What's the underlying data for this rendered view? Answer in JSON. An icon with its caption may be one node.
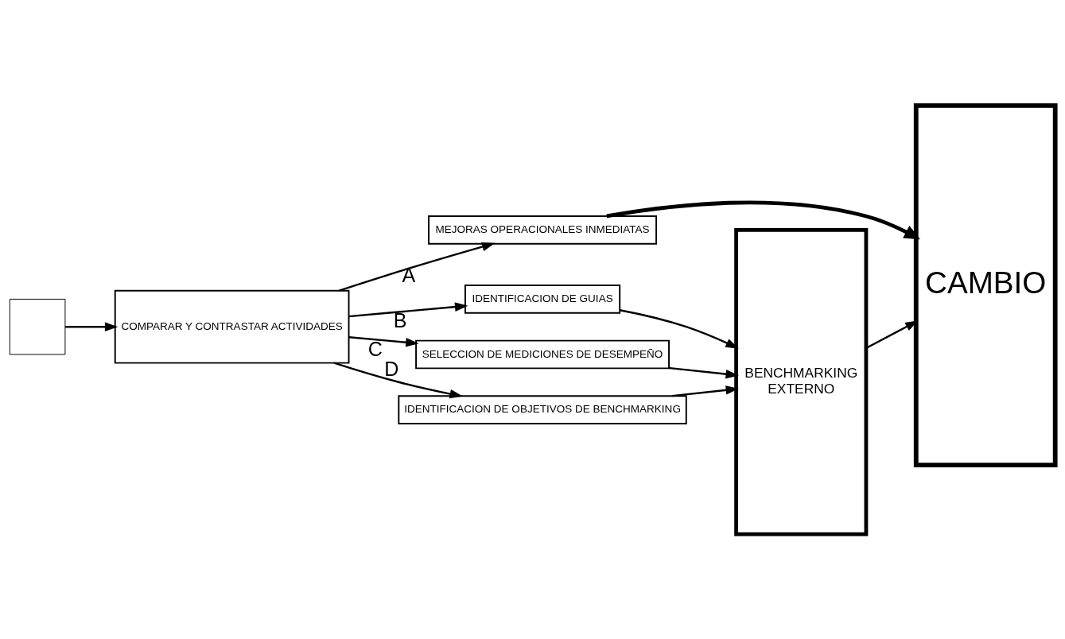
{
  "diagram": {
    "nodes": [
      {
        "text": [],
        "shape": "box"
      },
      {
        "text": [
          "COMPARAR Y CONTRASTAR ACTIVIDADES"
        ]
      },
      {
        "text": [
          "MEJORAS OPERACIONALES INMEDIATAS"
        ]
      },
      {
        "text": [
          "IDENTIFICACION DE GUIAS"
        ]
      },
      {
        "text": [
          "SELECCION DE MEDICIONES DE DESEMPEÑO"
        ]
      },
      {
        "text": [
          "IDENTIFICACION DE OBJETIVOS DE BENCHMARKING"
        ]
      },
      {
        "text": [
          "BENCHMARKING",
          "EXTERNO"
        ]
      },
      {
        "text": [
          "CAMBIO"
        ]
      }
    ],
    "edges": [
      {
        "from": 0,
        "to": 1,
        "arrow": "to"
      },
      {
        "from": 1,
        "to": 2,
        "arrow": "to",
        "label": "A"
      },
      {
        "from": 1,
        "to": 3,
        "arrow": "to",
        "label": "B"
      },
      {
        "from": 1,
        "to": 4,
        "arrow": "to",
        "label": "C"
      },
      {
        "from": 1,
        "to": 5,
        "arrow": "to",
        "label": "D"
      },
      {
        "from": 2,
        "to": 7,
        "arrow": "to",
        "style": "thick"
      },
      {
        "from": 3,
        "to": 6,
        "arrow": "to"
      },
      {
        "from": 4,
        "to": 6,
        "arrow": "to"
      },
      {
        "from": 5,
        "to": 6,
        "arrow": "to"
      },
      {
        "from": 6,
        "to": 7,
        "arrow": "to"
      }
    ]
  }
}
